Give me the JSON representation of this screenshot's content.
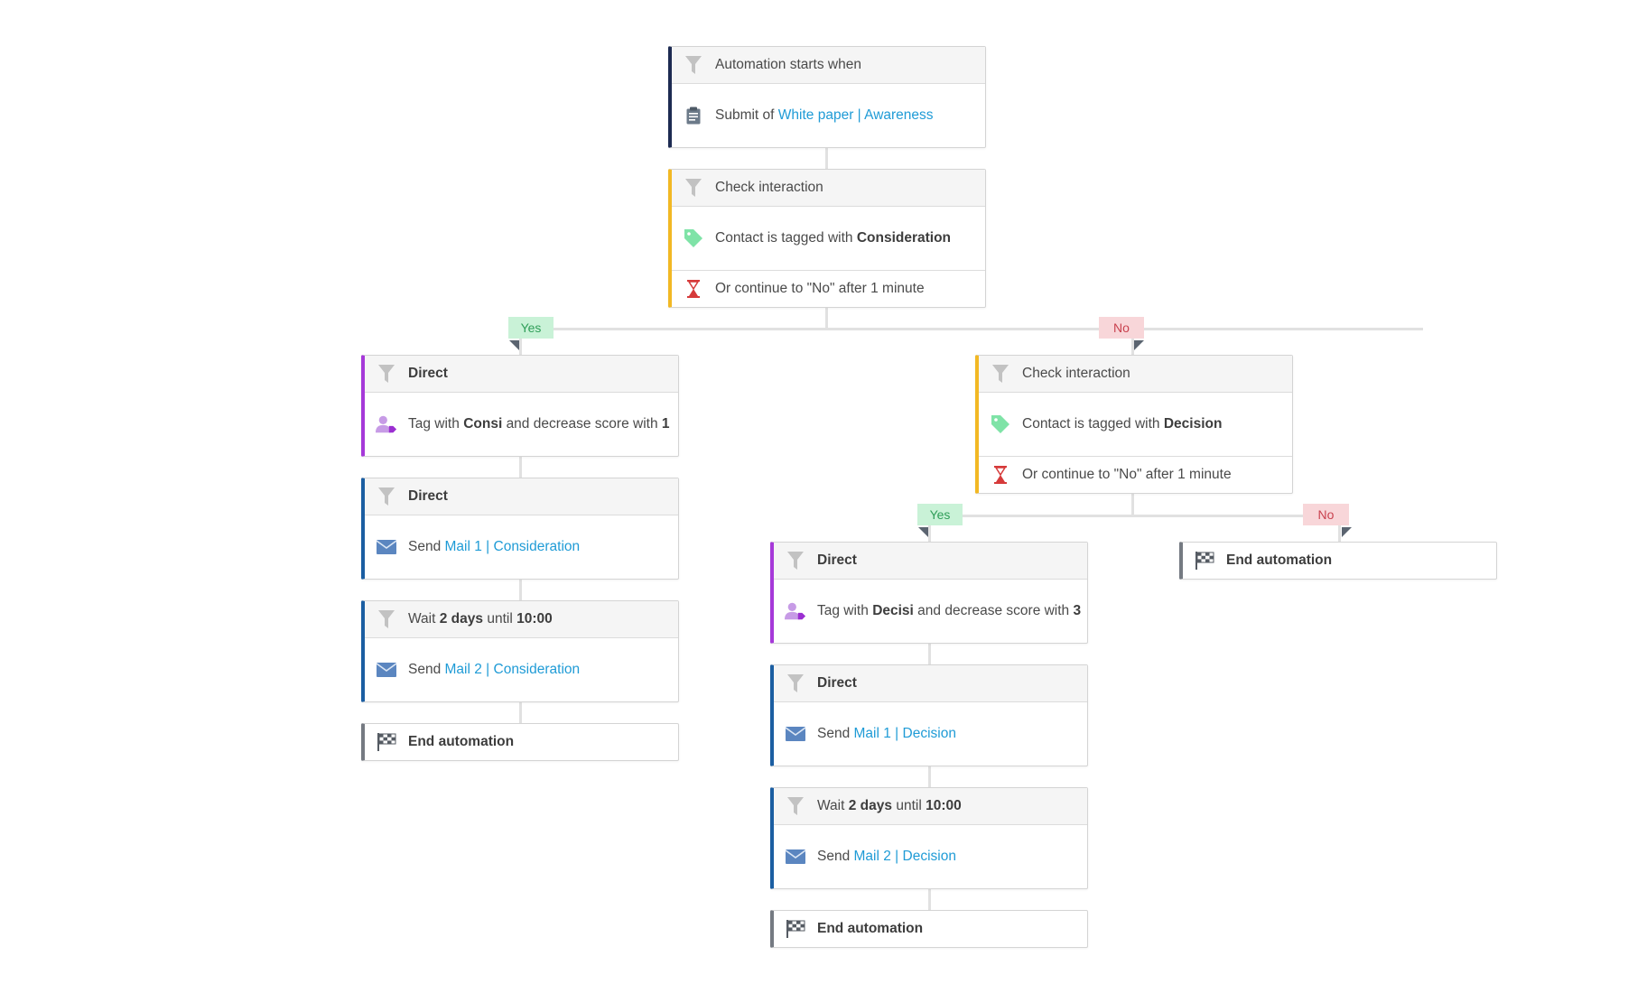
{
  "colors": {
    "trigger_accent": "#1d2b52",
    "check_accent": "#f2b824",
    "tag_accent": "#a639d9",
    "mail_accent": "#1b5ea2",
    "end_accent": "#757a82",
    "link": "#1f9bd6",
    "yes_bg": "#c9f2d7",
    "no_bg": "#f8d6d9"
  },
  "trigger": {
    "header": "Automation starts when",
    "header_icon": "filter-icon",
    "body_icon": "clipboard-icon",
    "body_prefix": "Submit of",
    "body_link": "White paper | Awareness"
  },
  "check1": {
    "header": "Check interaction",
    "header_icon": "filter-icon",
    "condition_icon": "tag-icon",
    "condition_prefix": "Contact is tagged with",
    "condition_value": "Consideration",
    "timeout_icon": "hourglass-icon",
    "timeout_text": "Or continue to \"No\" after 1 minute",
    "yes_label": "Yes",
    "no_label": "No"
  },
  "yes_branch_1": {
    "tag_action": {
      "header": "Direct",
      "prefix": "Tag with",
      "tag": "Consi",
      "middle": "and decrease score with",
      "score": "1"
    },
    "mail1": {
      "header": "Direct",
      "prefix": "Send",
      "link": "Mail 1 | Consideration"
    },
    "mail2": {
      "header_prefix": "Wait",
      "header_days": "2 days",
      "header_mid": "until",
      "header_time": "10:00",
      "prefix": "Send",
      "link": "Mail 2 | Consideration"
    },
    "end_label": "End automation"
  },
  "check2": {
    "header": "Check interaction",
    "condition_prefix": "Contact is tagged with",
    "condition_value": "Decision",
    "timeout_text": "Or continue to \"No\" after 1 minute",
    "yes_label": "Yes",
    "no_label": "No"
  },
  "yes_branch_2": {
    "tag_action": {
      "header": "Direct",
      "prefix": "Tag with",
      "tag": "Decisi",
      "middle": "and decrease score with",
      "score": "3"
    },
    "mail1": {
      "header": "Direct",
      "prefix": "Send",
      "link": "Mail 1 | Decision"
    },
    "mail2": {
      "header_prefix": "Wait",
      "header_days": "2 days",
      "header_mid": "until",
      "header_time": "10:00",
      "prefix": "Send",
      "link": "Mail 2 | Decision"
    },
    "end_label": "End automation"
  },
  "no_branch_2": {
    "end_label": "End automation"
  }
}
